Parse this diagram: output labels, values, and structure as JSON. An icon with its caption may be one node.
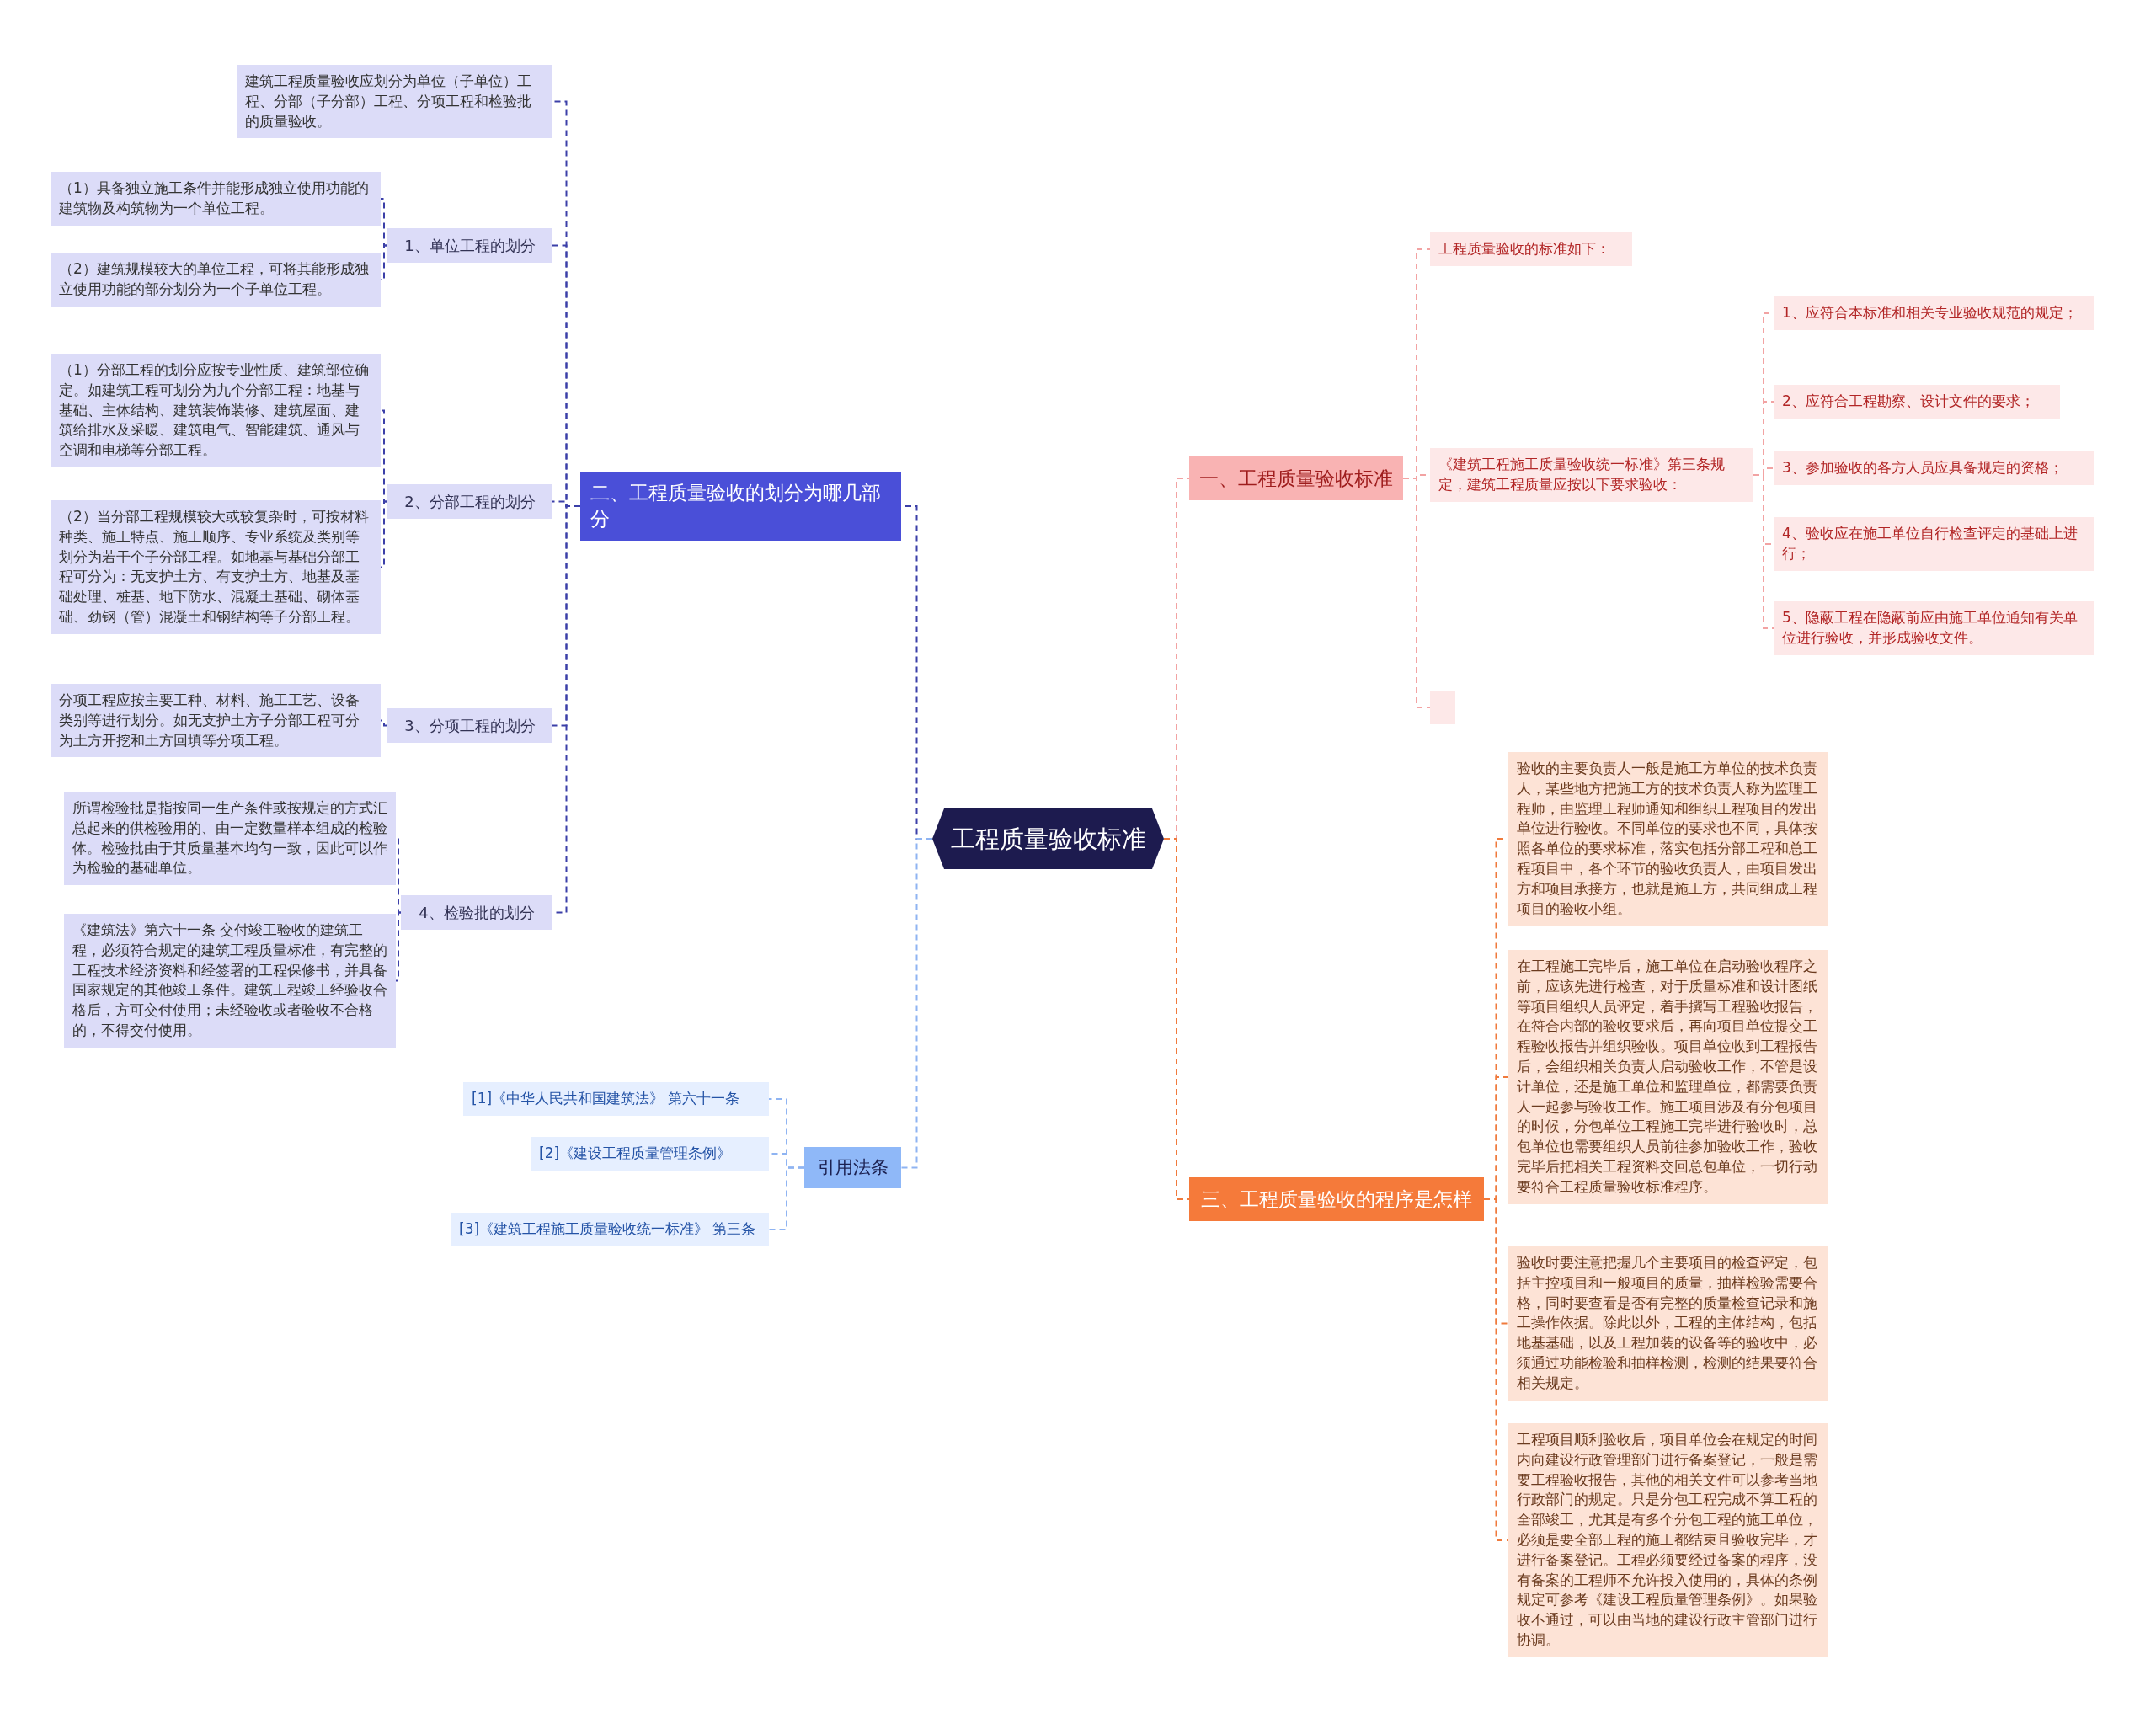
{
  "diagram": {
    "nodes": [
      {
        "text": [
          "工程质量验收标准"
        ]
      },
      {
        "text": [
          "二、工程质量验收的划分为哪几部分"
        ]
      },
      {
        "text": [
          "建筑工程质量验收应划分为单位（子单位）工程、分部（子分部）工程、分项工程和检验批的质量验收。"
        ]
      },
      {
        "text": [
          "1、单位工程的划分"
        ]
      },
      {
        "text": [
          "（1）具备独立施工条件并能形成独立使用功能的建筑物及构筑物为一个单位工程。"
        ]
      },
      {
        "text": [
          "（2）建筑规模较大的单位工程，可将其能形成独立使用功能的部分划分为一个子单位工程。"
        ]
      },
      {
        "text": [
          "2、分部工程的划分"
        ]
      },
      {
        "text": [
          "（1）分部工程的划分应按专业性质、建筑部位确定。如建筑工程可划分为九个分部工程：地基与基础、主体结构、建筑装饰装修、建筑屋面、建筑给排水及采暖、建筑电气、智能建筑、通风与空调和电梯等分部工程。"
        ]
      },
      {
        "text": [
          "（2）当分部工程规模较大或较复杂时，可按材料种类、施工特点、施工顺序、专业系统及类别等划分为若干个子分部工程。如地基与基础分部工程可分为：无支护土方、有支护土方、地基及基础处理、桩基、地下防水、混凝土基础、砌体基础、劲钢（管）混凝土和钢结构等子分部工程。"
        ]
      },
      {
        "text": [
          "3、分项工程的划分"
        ]
      },
      {
        "text": [
          "分项工程应按主要工种、材料、施工工艺、设备类别等进行划分。如无支护土方子分部工程可分为土方开挖和土方回填等分项工程。"
        ]
      },
      {
        "text": [
          "4、检验批的划分"
        ]
      },
      {
        "text": [
          "所谓检验批是指按同一生产条件或按规定的方式汇总起来的供检验用的、由一定数量样本组成的检验体。检验批由于其质量基本均匀一致，因此可以作为检验的基础单位。"
        ]
      },
      {
        "text": [
          "《建筑法》第六十一条 交付竣工验收的建筑工程，必须符合规定的建筑工程质量标准，有完整的工程技术经济资料和经签署的工程保修书，并具备国家规定的其他竣工条件。建筑工程竣工经验收合格后，方可交付使用；未经验收或者验收不合格的，不得交付使用。"
        ]
      },
      {
        "text": [
          "引用法条"
        ]
      },
      {
        "text": [
          "[1]《中华人民共和国建筑法》 第六十一条"
        ]
      },
      {
        "text": [
          "[2]《建设工程质量管理条例》"
        ]
      },
      {
        "text": [
          "[3]《建筑工程施工质量验收统一标准》 第三条"
        ]
      },
      {
        "text": [
          "一、工程质量验收标准"
        ]
      },
      {
        "text": [
          "工程质量验收的标准如下："
        ]
      },
      {
        "text": [
          "《建筑工程施工质量验收统一标准》第三条规定，建筑工程质量应按以下要求验收："
        ]
      },
      {
        "text": [
          "1、应符合本标准和相关专业验收规范的规定；"
        ]
      },
      {
        "text": [
          "2、应符合工程勘察、设计文件的要求；"
        ]
      },
      {
        "text": [
          "3、参加验收的各方人员应具备规定的资格；"
        ]
      },
      {
        "text": [
          "4、验收应在施工单位自行检查评定的基础上进行；"
        ]
      },
      {
        "text": [
          "5、隐蔽工程在隐蔽前应由施工单位通知有关单位进行验收，并形成验收文件。"
        ]
      },
      {
        "text": [],
        "shape": "box"
      },
      {
        "text": [
          "三、工程质量验收的程序是怎样"
        ]
      },
      {
        "text": [
          "验收的主要负责人一般是施工方单位的技术负责人，某些地方把施工方的技术负责人称为监理工程师，由监理工程师通知和组织工程项目的发出单位进行验收。不同单位的要求也不同，具体按照各单位的要求标准，落实包括分部工程和总工程项目中，各个环节的验收负责人，由项目发出方和项目承接方，也就是施工方，共同组成工程项目的验收小组。"
        ]
      },
      {
        "text": [
          "在工程施工完毕后，施工单位在启动验收程序之前，应该先进行检查，对于质量标准和设计图纸等项目组织人员评定，着手撰写工程验收报告，在符合内部的验收要求后，再向项目单位提交工程验收报告并组织验收。项目单位收到工程报告后，会组织相关负责人启动验收工作，不管是设计单位，还是施工单位和监理单位，都需要负责人一起参与验收工作。施工项目涉及有分包项目的时候，分包单位工程施工完毕进行验收时，总包单位也需要组织人员前往参加验收工作，验收完毕后把相关工程资料交回总包单位，一切行动要符合工程质量验收标准程序。"
        ]
      },
      {
        "text": [
          "验收时要注意把握几个主要项目的检查评定，包括主控项目和一般项目的质量，抽样检验需要合格，同时要查看是否有完整的质量检查记录和施工操作依据。除此以外，工程的主体结构，包括地基基础，以及工程加装的设备等的验收中，必须通过功能检验和抽样检测，检测的结果要符合相关规定。"
        ]
      },
      {
        "text": [
          "工程项目顺利验收后，项目单位会在规定的时间内向建设行政管理部门进行备案登记，一般是需要工程验收报告，其他的相关文件可以参考当地行政部门的规定。只是分包工程完成不算工程的全部竣工，尤其是有多个分包工程的施工单位，必须是要全部工程的施工都结束且验收完毕，才进行备案登记。工程必须要经过备案的程序，没有备案的工程师不允许投入使用的，具体的条例规定可参考《建设工程质量管理条例》。如果验收不通过，可以由当地的建设行政主管部门进行协调。"
        ]
      }
    ],
    "edges": [
      {
        "from": 0,
        "to": 1,
        "arrow": "none",
        "style": "dashed",
        "color": "#3b3fa8"
      },
      {
        "from": 1,
        "to": 2,
        "arrow": "none",
        "style": "dashed",
        "color": "#3b3fa8"
      },
      {
        "from": 1,
        "to": 3,
        "arrow": "none",
        "style": "dashed",
        "color": "#3b3fa8"
      },
      {
        "from": 3,
        "to": 4,
        "arrow": "none",
        "style": "dashed",
        "color": "#3b3fa8"
      },
      {
        "from": 3,
        "to": 5,
        "arrow": "none",
        "style": "dashed",
        "color": "#3b3fa8"
      },
      {
        "from": 1,
        "to": 6,
        "arrow": "none",
        "style": "dashed",
        "color": "#3b3fa8"
      },
      {
        "from": 6,
        "to": 7,
        "arrow": "none",
        "style": "dashed",
        "color": "#3b3fa8"
      },
      {
        "from": 6,
        "to": 8,
        "arrow": "none",
        "style": "dashed",
        "color": "#3b3fa8"
      },
      {
        "from": 1,
        "to": 9,
        "arrow": "none",
        "style": "dashed",
        "color": "#3b3fa8"
      },
      {
        "from": 9,
        "to": 10,
        "arrow": "none",
        "style": "dashed",
        "color": "#3b3fa8"
      },
      {
        "from": 1,
        "to": 11,
        "arrow": "none",
        "style": "dashed",
        "color": "#3b3fa8"
      },
      {
        "from": 11,
        "to": 12,
        "arrow": "none",
        "style": "dashed",
        "color": "#3b3fa8"
      },
      {
        "from": 11,
        "to": 13,
        "arrow": "none",
        "style": "dashed",
        "color": "#3b3fa8"
      },
      {
        "from": 0,
        "to": 14,
        "arrow": "none",
        "style": "dashed",
        "color": "#8fb4f2"
      },
      {
        "from": 14,
        "to": 15,
        "arrow": "none",
        "style": "dashed",
        "color": "#8fb4f2"
      },
      {
        "from": 14,
        "to": 16,
        "arrow": "none",
        "style": "dashed",
        "color": "#8fb4f2"
      },
      {
        "from": 14,
        "to": 17,
        "arrow": "none",
        "style": "dashed",
        "color": "#8fb4f2"
      },
      {
        "from": 0,
        "to": 18,
        "arrow": "none",
        "style": "dashed",
        "color": "#f2a3a3"
      },
      {
        "from": 18,
        "to": 19,
        "arrow": "none",
        "style": "dashed",
        "color": "#f2a3a3"
      },
      {
        "from": 18,
        "to": 20,
        "arrow": "none",
        "style": "dashed",
        "color": "#f2a3a3"
      },
      {
        "from": 20,
        "to": 21,
        "arrow": "none",
        "style": "dashed",
        "color": "#f2a3a3"
      },
      {
        "from": 20,
        "to": 22,
        "arrow": "none",
        "style": "dashed",
        "color": "#f2a3a3"
      },
      {
        "from": 20,
        "to": 23,
        "arrow": "none",
        "style": "dashed",
        "color": "#f2a3a3"
      },
      {
        "from": 20,
        "to": 24,
        "arrow": "none",
        "style": "dashed",
        "color": "#f2a3a3"
      },
      {
        "from": 20,
        "to": 25,
        "arrow": "none",
        "style": "dashed",
        "color": "#f2a3a3"
      },
      {
        "from": 18,
        "to": 26,
        "arrow": "none",
        "style": "dashed",
        "color": "#f2a3a3"
      },
      {
        "from": 0,
        "to": 27,
        "arrow": "none",
        "style": "dashed",
        "color": "#f07a3c"
      },
      {
        "from": 27,
        "to": 28,
        "arrow": "none",
        "style": "dashed",
        "color": "#f07a3c"
      },
      {
        "from": 27,
        "to": 29,
        "arrow": "none",
        "style": "dashed",
        "color": "#f07a3c"
      },
      {
        "from": 27,
        "to": 30,
        "arrow": "none",
        "style": "dashed",
        "color": "#f07a3c"
      },
      {
        "from": 27,
        "to": 31,
        "arrow": "none",
        "style": "dashed",
        "color": "#f07a3c"
      }
    ]
  }
}
